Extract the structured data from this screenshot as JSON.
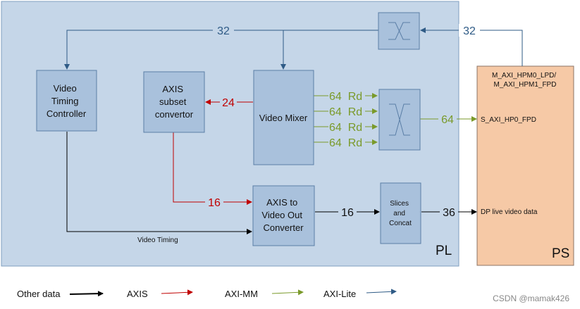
{
  "regions": {
    "pl_label": "PL",
    "ps_label": "PS"
  },
  "blocks": {
    "vtc": [
      "Video",
      "Timing",
      "Controller"
    ],
    "axis_subset": [
      "AXIS",
      "subset",
      "convertor"
    ],
    "video_mixer": [
      "Video Mixer"
    ],
    "axis_to_video": [
      "AXIS to",
      "Video Out",
      "Converter"
    ],
    "slices": [
      "Slices",
      "and",
      "Concat"
    ]
  },
  "ps_ports": {
    "hpm": [
      "M_AXI_HPM0_LPD/",
      "M_AXI_HPM1_FPD"
    ],
    "hp0": "S_AXI_HP0_FPD",
    "dp": "DP live video data"
  },
  "wire_labels": {
    "top_32_left": "32",
    "top_32_right": "32",
    "w24": "24",
    "w16_red": "16",
    "rd1": "64  Rd",
    "rd2": "64  Rd",
    "rd3": "64  Rd",
    "rd4": "64  Rd",
    "w64": "64",
    "w16_black": "16",
    "w36": "36",
    "video_timing": "Video Timing"
  },
  "legend": {
    "other": "Other data",
    "axis": "AXIS",
    "aximm": "AXI-MM",
    "axilite": "AXI-Lite"
  },
  "watermark": "CSDN @mamak426",
  "colors": {
    "pl_fill": "#c5d6e8",
    "pl_stroke": "#7f9fc0",
    "block_fill": "#a9c1dc",
    "block_stroke": "#5a7ea6",
    "ps_fill": "#f6c9a6",
    "ps_stroke": "#8c7466",
    "axis": "#c00000",
    "aximm": "#7a9a2a",
    "axilite": "#2f5b86",
    "other": "#000000"
  }
}
